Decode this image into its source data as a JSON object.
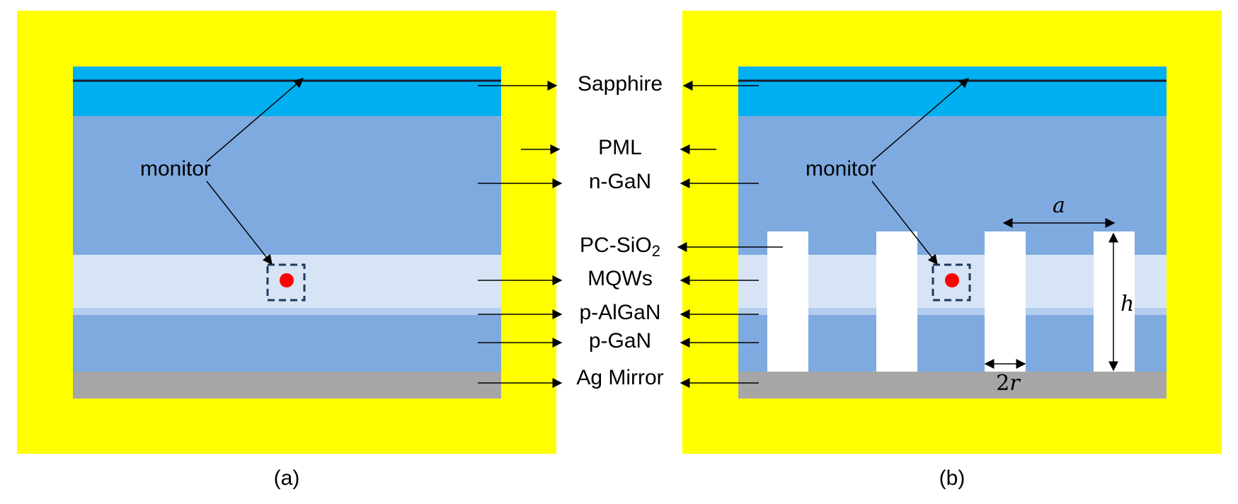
{
  "layers": [
    {
      "key": "sapphire",
      "label": "Sapphire",
      "color": "#00b0f0"
    },
    {
      "key": "pml",
      "label": "PML",
      "color": "#ffff00"
    },
    {
      "key": "ngan",
      "label": "n-GaN",
      "color": "#7eaae0"
    },
    {
      "key": "pc",
      "label_main": "PC-SiO",
      "label_sub": "2",
      "color": "#ffffff"
    },
    {
      "key": "mqw",
      "label": "MQWs",
      "color": "#d6e4f5"
    },
    {
      "key": "palgan",
      "label": "p-AlGaN",
      "color": "#b3cdec"
    },
    {
      "key": "pgan",
      "label": "p-GaN",
      "color": "#7eaae0"
    },
    {
      "key": "mirror",
      "label": "Ag Mirror",
      "color": "#a6a6a6"
    }
  ],
  "monitor_label": "monitor",
  "source_color": "#ff0000",
  "monitor_box_color": "#1f3a5f",
  "dimensions": {
    "a": "a",
    "h": "h",
    "r_prefix": "2",
    "r": "r"
  },
  "panels": {
    "a": "(a)",
    "b": "(b)"
  }
}
